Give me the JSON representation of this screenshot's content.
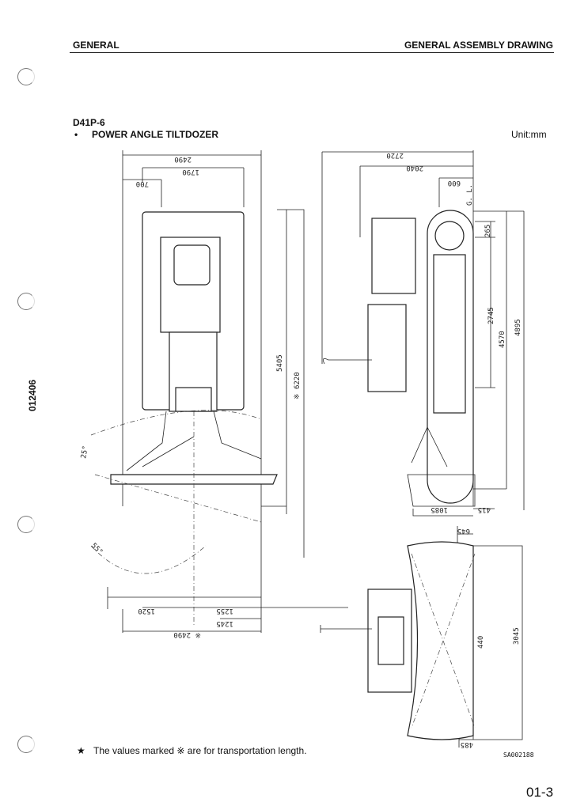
{
  "header": {
    "left": "GENERAL",
    "right": "GENERAL ASSEMBLY DRAWING"
  },
  "model": "D41P-6",
  "subtitle": "POWER ANGLE TILTDOZER",
  "bullet": "•",
  "unit": "Unit:mm",
  "side_code": "012406",
  "drawing_code": "SA002188",
  "page_number": "01-3",
  "footnote": {
    "star": "★",
    "text": "The values marked ※ are for transportation length."
  },
  "front_view": {
    "dims_top": [
      "2490",
      "1790",
      "700"
    ],
    "dims_right": [
      "5405",
      "※ 6220"
    ],
    "angles": [
      "25°",
      "55°"
    ],
    "dims_bottom": [
      "1520",
      "1255",
      "1245",
      "※ 2490"
    ]
  },
  "side_view": {
    "dims_top": [
      "2720",
      "2040",
      "600"
    ],
    "gl_label": "G. L.",
    "dims_right": [
      "265",
      "2745",
      "4570",
      "4895"
    ],
    "dims_bottom": [
      "1085",
      "415"
    ]
  },
  "plan_view": {
    "dims": [
      "645",
      "440",
      "3045",
      "485"
    ]
  }
}
